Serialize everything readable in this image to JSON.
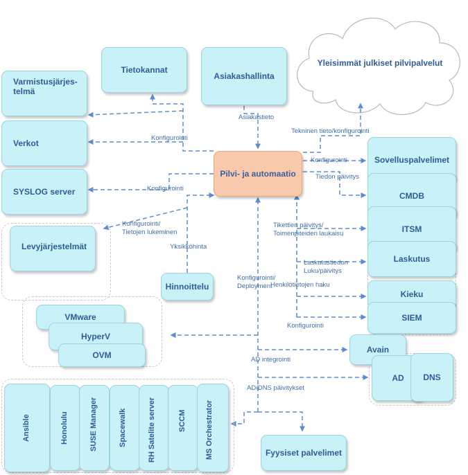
{
  "nodes": {
    "varmistus": "Varmistusjärjes-\ntelmä",
    "tietokannat": "Tietokannat",
    "asiakashallinta": "Asiakashallinta",
    "cloud": "Yleisimmät julkiset pilvipalvelut",
    "verkot": "Verkot",
    "syslog": "SYSLOG server",
    "automaatio": "Pilvi- ja automaatio",
    "sovelluspalvelimet": "Sovelluspalvelimet",
    "cmdb": "CMDB",
    "itsm": "ITSM",
    "laskutus": "Laskutus",
    "levy": "Levyjärjestelmät",
    "hinnoittelu": "Hinnoittelu",
    "kieku": "Kieku",
    "siem": "SIEM",
    "vmware": "VMware",
    "hyperv": "HyperV",
    "ovm": "OVM",
    "avain": "Avain",
    "ad": "AD",
    "dns": "DNS",
    "fyysiset": "Fyysiset palvelimet",
    "tools": [
      "Ansible",
      "Honolulu",
      "SUSE Manager",
      "Spacewalk",
      "RH Satelite server",
      "SCCM",
      "MS Orchestrator"
    ]
  },
  "edges": {
    "asiakastieto": "Asiakastieto",
    "konf_varmistus": "Konfigurointi",
    "konf_syslog": "Konfigurointi",
    "konf_levy": "Konfigurointi/\nTietojen lukeminen",
    "yksikkohinta": "Yksikköhinta",
    "tekninen": "Tekninen tieto/konfigurointi",
    "konf_sovellus": "Konfigurointi",
    "tiedon_paivitys": "Tiedon päivitys",
    "tikettien": "Tikettien päivitys/\nToimenpiteiden laukaisu",
    "laskutustiedon": "Laskutustiedon\nLuku/päivitys",
    "henkilotiedot": "Henkilötietojen haku",
    "konf_siem": "Konfigurointi",
    "konf_deploy": "Konfigurointi/\nDeployment",
    "ad_integ": "AD integrointi",
    "ad_dns": "AD/DNS päivitykset"
  },
  "colors": {
    "box_fill": "#c9f1f8",
    "box_border": "#9cd4e1",
    "automation_fill": "#f9c9ab",
    "text": "#2e5c96",
    "connector": "#5b8ccf"
  }
}
